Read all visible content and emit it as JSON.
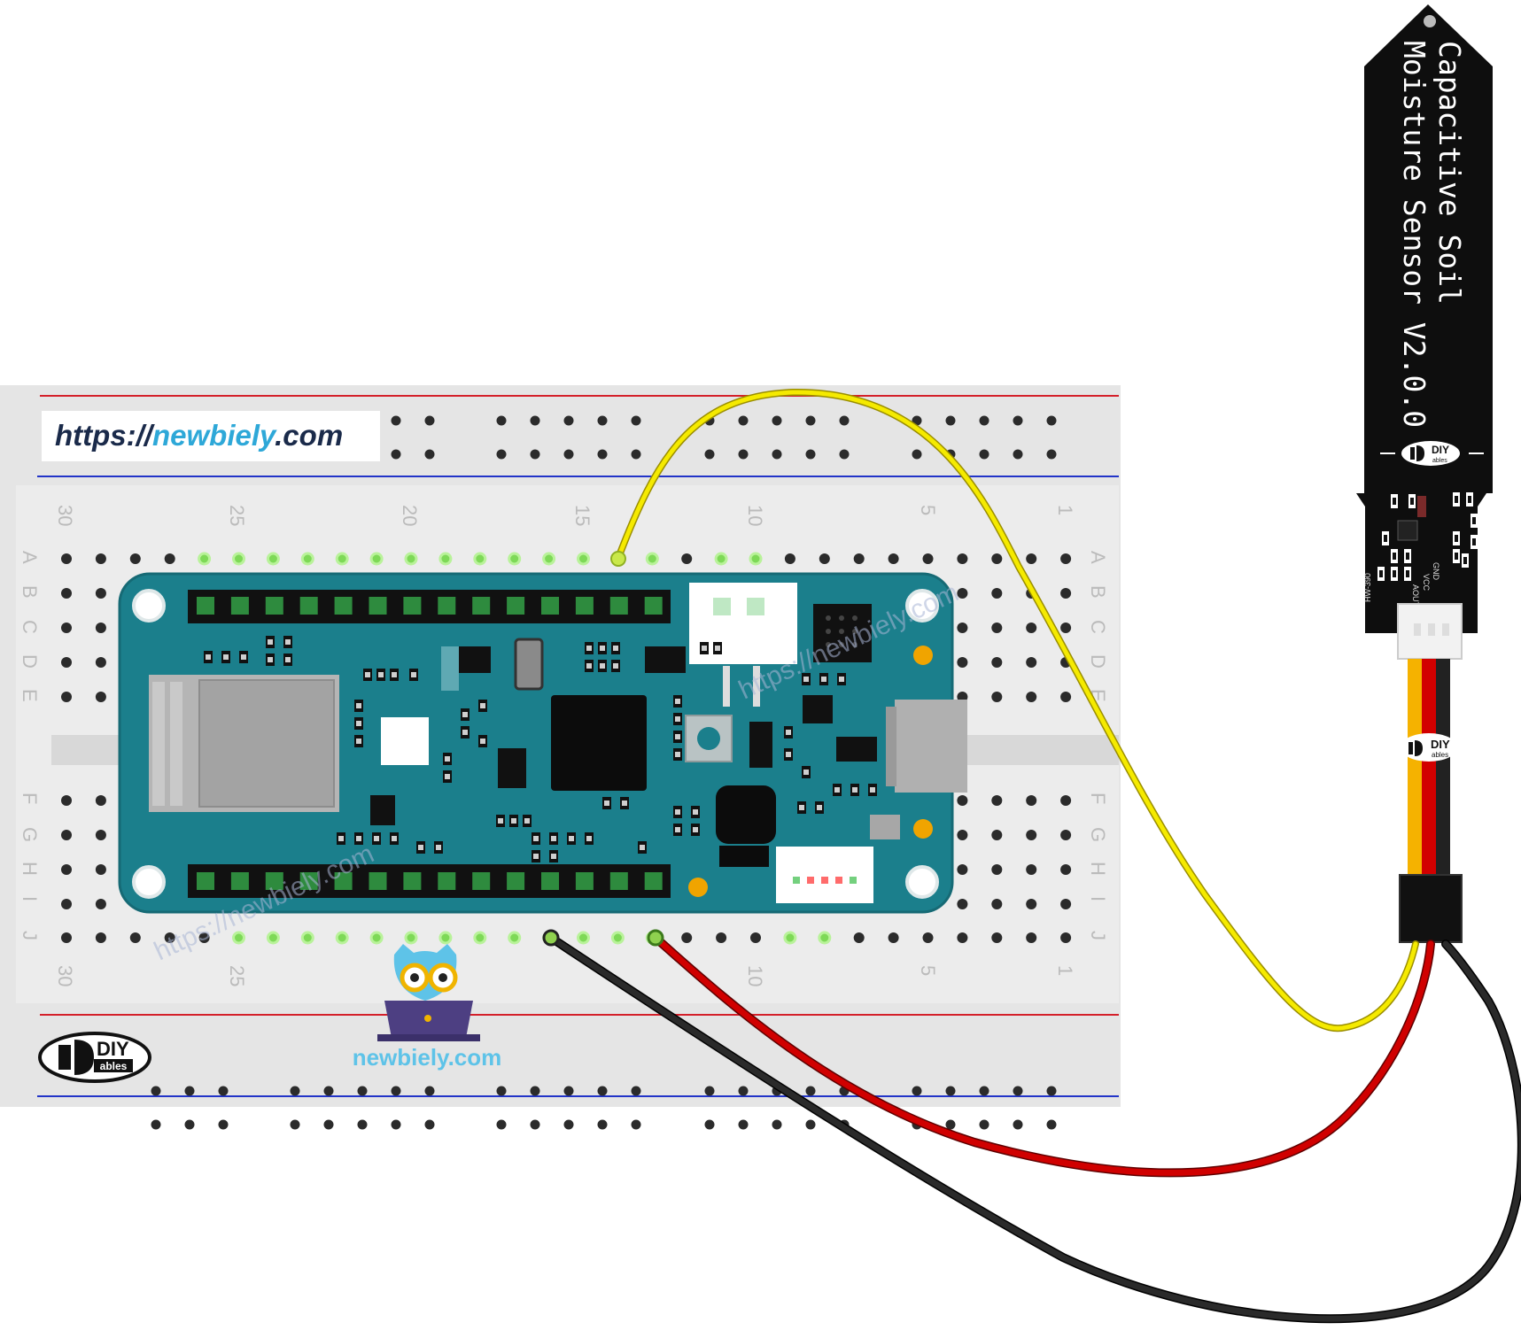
{
  "watermark": {
    "url_prefix": "https://",
    "url_domain": "newbiely",
    "url_suffix": ".com",
    "mascot_caption": "newbiely.com",
    "diagonal_text": "https://newbiely.com"
  },
  "brand": {
    "logo_top": "DIY",
    "logo_bottom": "ables"
  },
  "breadboard": {
    "column_labels": [
      "30",
      "25",
      "20",
      "15",
      "10",
      "5",
      "1"
    ],
    "row_labels_top": [
      "A",
      "B",
      "C",
      "D",
      "E"
    ],
    "row_labels_bottom": [
      "F",
      "G",
      "H",
      "I",
      "J"
    ]
  },
  "sensor": {
    "title_line1": "Capacitive Soil",
    "title_line2": "Moisture Sensor V2.0.0",
    "model": "HW-390",
    "pin_labels": [
      "GND",
      "VCC",
      "AOUT"
    ]
  },
  "wires": [
    {
      "name": "signal",
      "color": "#f0e000"
    },
    {
      "name": "power",
      "color": "#cc0000"
    },
    {
      "name": "ground",
      "color": "#222222"
    }
  ],
  "colors": {
    "board": "#1b7f8c",
    "breadboard": "#e4e4e4",
    "rail_red": "#d4202a",
    "rail_blue": "#2234c8",
    "sensor_pcb": "#101010"
  }
}
